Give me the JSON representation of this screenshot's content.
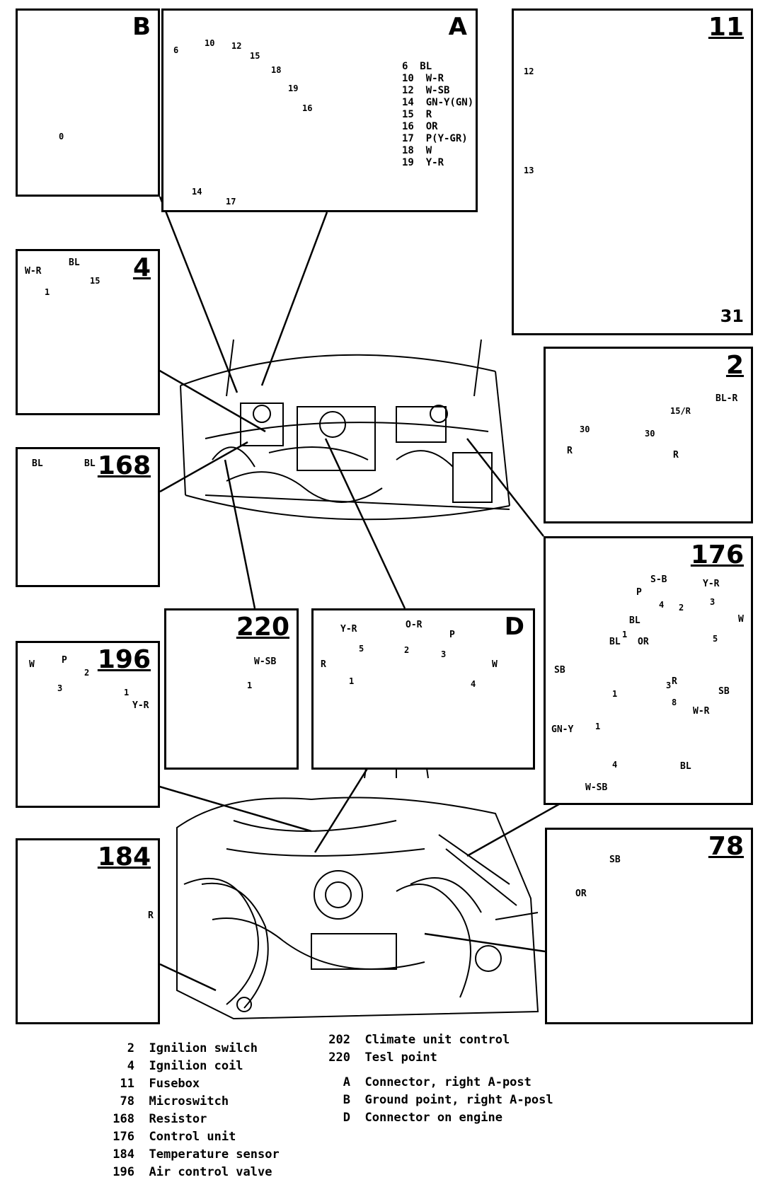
{
  "panels": {
    "A": {
      "label": "A",
      "pins": [
        "6",
        "10",
        "12",
        "15",
        "18",
        "19",
        "16",
        "14",
        "17"
      ],
      "wires": [
        "6  BL",
        "10  W-R",
        "12  W-SB",
        "14  GN-Y(GN)",
        "15  R",
        "16  OR",
        "17  P(Y-GR)",
        "18  W",
        "19  Y-R"
      ]
    },
    "B": {
      "label": "B",
      "pin": "0"
    },
    "p11": {
      "label": "11",
      "pins": [
        "12",
        "13",
        "31"
      ]
    },
    "p4": {
      "label": "4",
      "wires": [
        "W-R",
        "BL"
      ],
      "pins": [
        "1",
        "15"
      ]
    },
    "p2": {
      "label": "2",
      "wires": [
        "BL-R",
        "R",
        "R"
      ],
      "pins": [
        "15/R",
        "30",
        "30"
      ]
    },
    "p168": {
      "label": "168",
      "wires": [
        "BL",
        "BL"
      ]
    },
    "p176": {
      "label": "176",
      "wires": [
        "S-B",
        "P",
        "Y-R",
        "BL",
        "W",
        "BL",
        "OR",
        "R",
        "SB",
        "W-R",
        "GN-Y",
        "BL",
        "W-SB",
        "SB"
      ],
      "pins": [
        "4",
        "2",
        "3",
        "5",
        "1",
        "3",
        "1",
        "8",
        "1",
        "4"
      ]
    },
    "p220": {
      "label": "220",
      "wires": [
        "W-SB"
      ],
      "pins": [
        "1"
      ]
    },
    "D": {
      "label": "D",
      "wires": [
        "Y-R",
        "O-R",
        "P",
        "R",
        "W"
      ],
      "pins": [
        "5",
        "2",
        "3",
        "1",
        "4"
      ]
    },
    "p196": {
      "label": "196",
      "wires": [
        "W",
        "P",
        "Y-R"
      ],
      "pins": [
        "2",
        "3",
        "1"
      ]
    },
    "p184": {
      "label": "184",
      "wires": [
        "R"
      ]
    },
    "p78": {
      "label": "78",
      "wires": [
        "SB",
        "OR"
      ]
    }
  },
  "legend_left": [
    {
      "code": "2",
      "text": "Ignilion swilch"
    },
    {
      "code": "4",
      "text": "Ignilion coil"
    },
    {
      "code": "11",
      "text": "Fusebox"
    },
    {
      "code": "78",
      "text": "Microswitch"
    },
    {
      "code": "168",
      "text": "Resistor"
    },
    {
      "code": "176",
      "text": "Control unit"
    },
    {
      "code": "184",
      "text": "Temperature sensor"
    },
    {
      "code": "196",
      "text": "Air control valve"
    }
  ],
  "legend_right": [
    {
      "code": "202",
      "text": "Climate unit control"
    },
    {
      "code": "220",
      "text": "Tesl point"
    },
    {
      "code": "",
      "text": ""
    },
    {
      "code": "A",
      "text": "Connector, right A-post"
    },
    {
      "code": "B",
      "text": "Ground point, right A-posl"
    },
    {
      "code": "D",
      "text": "Connector on engine"
    }
  ]
}
